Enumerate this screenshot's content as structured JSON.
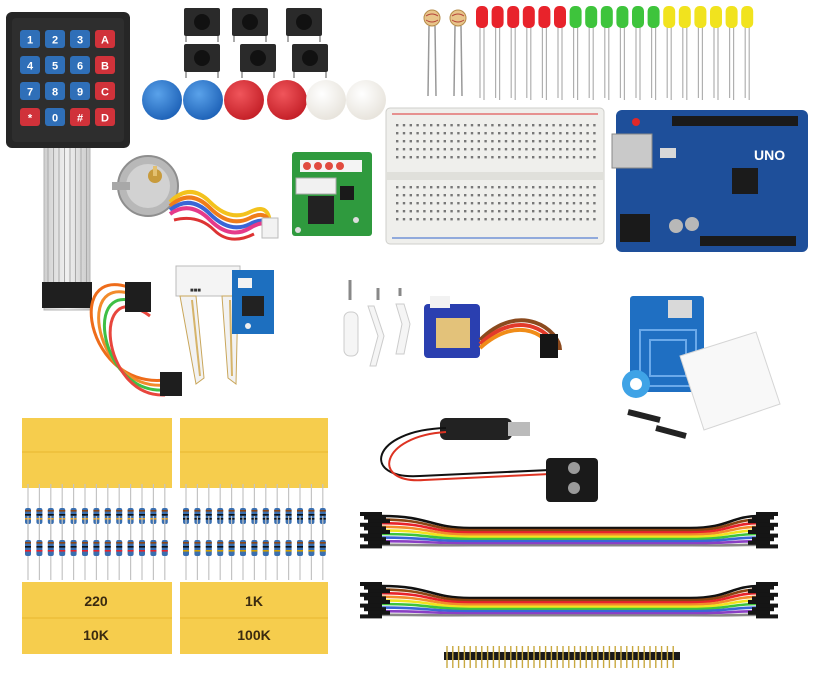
{
  "keypad": {
    "rows": [
      [
        "1",
        "2",
        "3",
        "A"
      ],
      [
        "4",
        "5",
        "6",
        "B"
      ],
      [
        "7",
        "8",
        "9",
        "C"
      ],
      [
        "*",
        "0",
        "#",
        "D"
      ]
    ]
  },
  "resistor_labels": [
    "220",
    "1K",
    "10K",
    "100K"
  ],
  "board": {
    "name": "UNO"
  },
  "colors": {
    "keypad_blue": "#2f6fb8",
    "keypad_red": "#d0323a",
    "board_blue": "#1e4f9a",
    "resistor_tape": "#f6cd4d",
    "breadboard": "#eeeeea"
  }
}
